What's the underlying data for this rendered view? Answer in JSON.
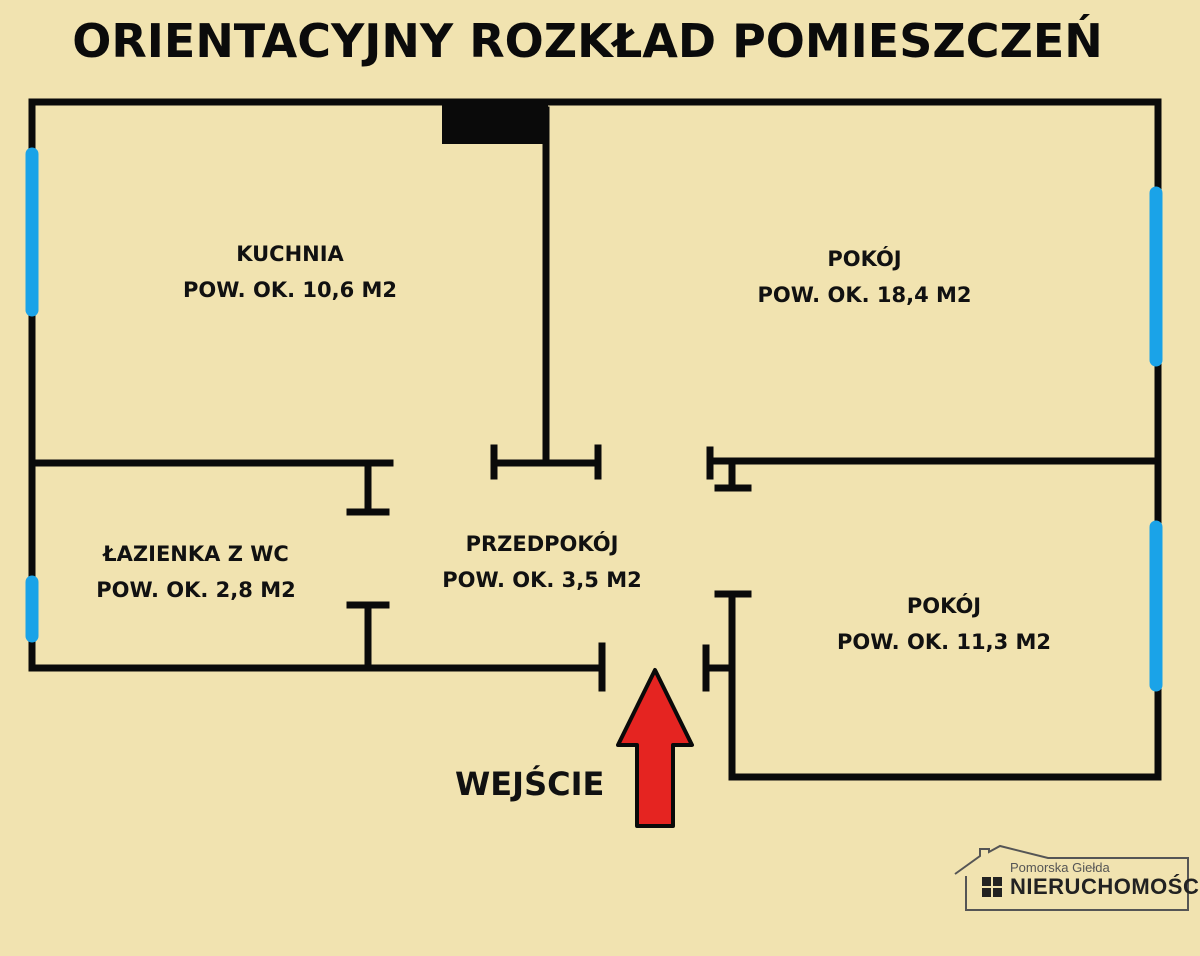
{
  "title": "ORIENTACYJNY ROZKŁAD POMIESZCZEŃ",
  "rooms": [
    {
      "name": "KUCHNIA",
      "area": "POW. OK. 10,6 M2"
    },
    {
      "name": "POKÓJ",
      "area": "POW. OK. 18,4 M2"
    },
    {
      "name": "ŁAZIENKA Z WC",
      "area": "POW. OK. 2,8 M2"
    },
    {
      "name": "PRZEDPOKÓJ",
      "area": "POW. OK. 3,5 M2"
    },
    {
      "name": "POKÓJ",
      "area": "POW. OK. 11,3 M2"
    }
  ],
  "entrance": {
    "label": "WEJŚCIE"
  },
  "logo": {
    "top": "Pomorska Giełda",
    "main": "NIERUCHOMOŚCI"
  },
  "colors": {
    "background": "#f1e3b0",
    "wall": "#0a0a0a",
    "window": "#1aa3e8",
    "arrow": "#e52421",
    "text": "#111111"
  }
}
